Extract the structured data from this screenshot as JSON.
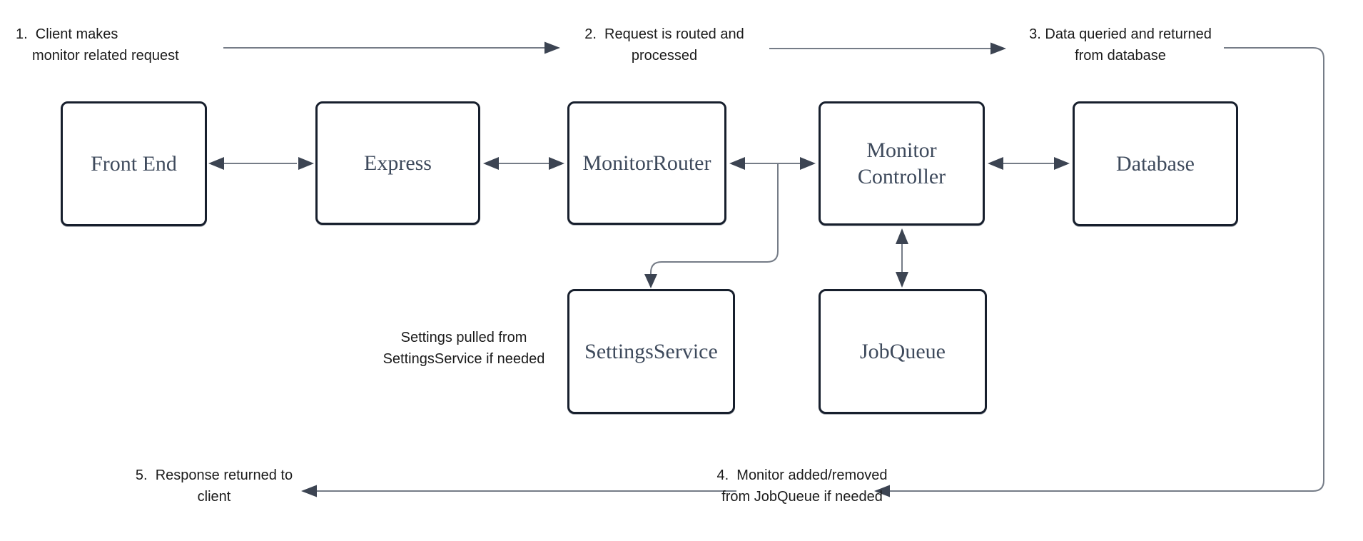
{
  "colors": {
    "box_border": "#171f2d",
    "box_fill": "#ffffff",
    "box_text": "#3e4a5c",
    "annotation_text": "#1b1b1b",
    "connector": "#757c87",
    "arrowhead": "#3c4452",
    "background": "#ffffff"
  },
  "nodes": {
    "front_end": {
      "label": "Front End"
    },
    "express": {
      "label": "Express"
    },
    "monitor_router": {
      "label": "MonitorRouter"
    },
    "monitor_controller": {
      "label": "Monitor Controller"
    },
    "database": {
      "label": "Database"
    },
    "settings_service": {
      "label": "SettingsService"
    },
    "job_queue": {
      "label": "JobQueue"
    }
  },
  "annotations": {
    "step1": {
      "lines": [
        "1.  Client makes",
        "monitor related request"
      ]
    },
    "step2": {
      "lines": [
        "2.  Request is routed and",
        "processed"
      ]
    },
    "step3": {
      "lines": [
        "3. Data queried and returned",
        "from database"
      ]
    },
    "step4": {
      "lines": [
        "4.  Monitor added/removed",
        "from JobQueue if needed"
      ]
    },
    "step5": {
      "lines": [
        "5.  Response returned to",
        "client"
      ]
    },
    "settings_note": {
      "lines": [
        "Settings pulled from",
        "SettingsService if needed"
      ]
    }
  }
}
